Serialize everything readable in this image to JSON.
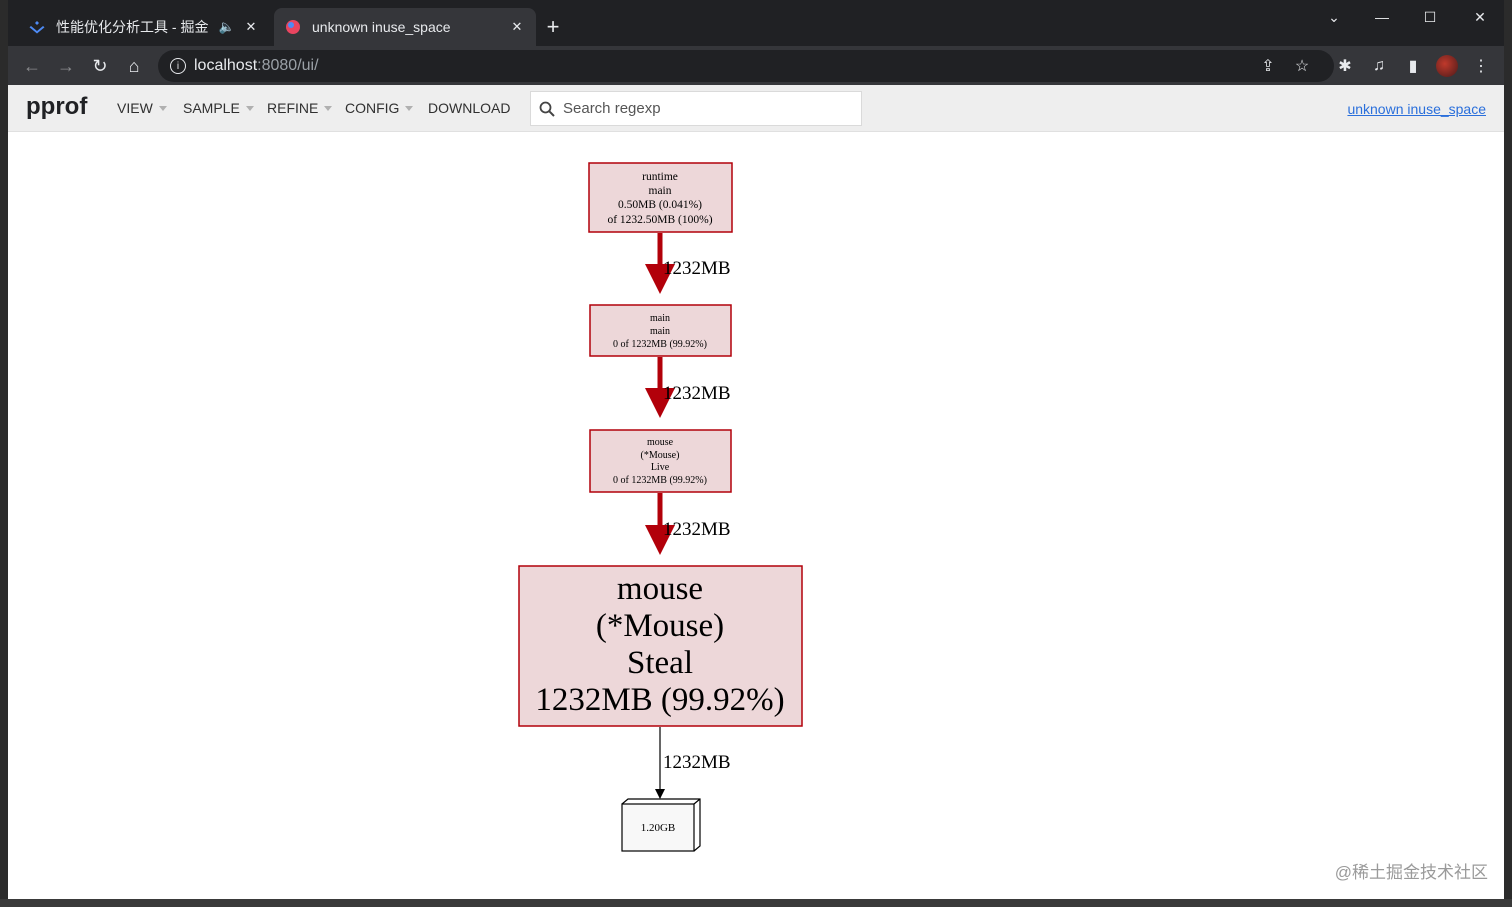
{
  "browser": {
    "tabs": [
      {
        "title": "性能优化分析工具 - 掘金",
        "favicon": "juejin-icon",
        "audio_icon": "🔈",
        "close_icon": "✕"
      },
      {
        "title": "unknown inuse_space",
        "favicon": "pprof-icon",
        "close_icon": "✕"
      }
    ],
    "new_tab_icon": "+",
    "window_controls": {
      "tabsearch": "⌄",
      "minimize": "—",
      "maximize": "☐",
      "close": "✕"
    },
    "nav": {
      "back": "←",
      "forward": "→",
      "reload": "↻",
      "home": "⌂"
    },
    "address": {
      "info_icon": "i",
      "host": "localhost",
      "path": ":8080/ui/"
    },
    "toolbar_icons": {
      "share": "⇪",
      "bookmark": "☆",
      "extensions": "✱",
      "media": "♫",
      "sidepanel": "▮",
      "menu": "⋮"
    }
  },
  "app": {
    "logo": "pprof",
    "menu": [
      "VIEW",
      "SAMPLE",
      "REFINE",
      "CONFIG",
      "DOWNLOAD"
    ],
    "search_placeholder": "Search regexp",
    "legend_link": "unknown inuse_space"
  },
  "graph": {
    "nodes": [
      {
        "id": "n1",
        "lines": [
          "runtime",
          "main",
          "0.50MB (0.041%)",
          "of 1232.50MB (100%)"
        ]
      },
      {
        "id": "n2",
        "lines": [
          "main",
          "main",
          "0 of 1232MB (99.92%)"
        ]
      },
      {
        "id": "n3",
        "lines": [
          "mouse",
          "(*Mouse)",
          "Live",
          "0 of 1232MB (99.92%)"
        ]
      },
      {
        "id": "n4",
        "lines": [
          "mouse",
          "(*Mouse)",
          "Steal",
          "1232MB (99.92%)"
        ]
      },
      {
        "id": "n5",
        "lines": [
          "1.20GB"
        ]
      }
    ],
    "edges": [
      {
        "from": "n1",
        "to": "n2",
        "label": "1232MB"
      },
      {
        "from": "n2",
        "to": "n3",
        "label": "1232MB"
      },
      {
        "from": "n3",
        "to": "n4",
        "label": "1232MB"
      },
      {
        "from": "n4",
        "to": "n5",
        "label": "1232MB"
      }
    ],
    "colors": {
      "hot_fill": "#edd7d9",
      "hot_stroke": "#b2000a",
      "edge_hot": "#b2000a",
      "edge_plain": "#000000"
    }
  },
  "watermark": "@稀土掘金技术社区"
}
